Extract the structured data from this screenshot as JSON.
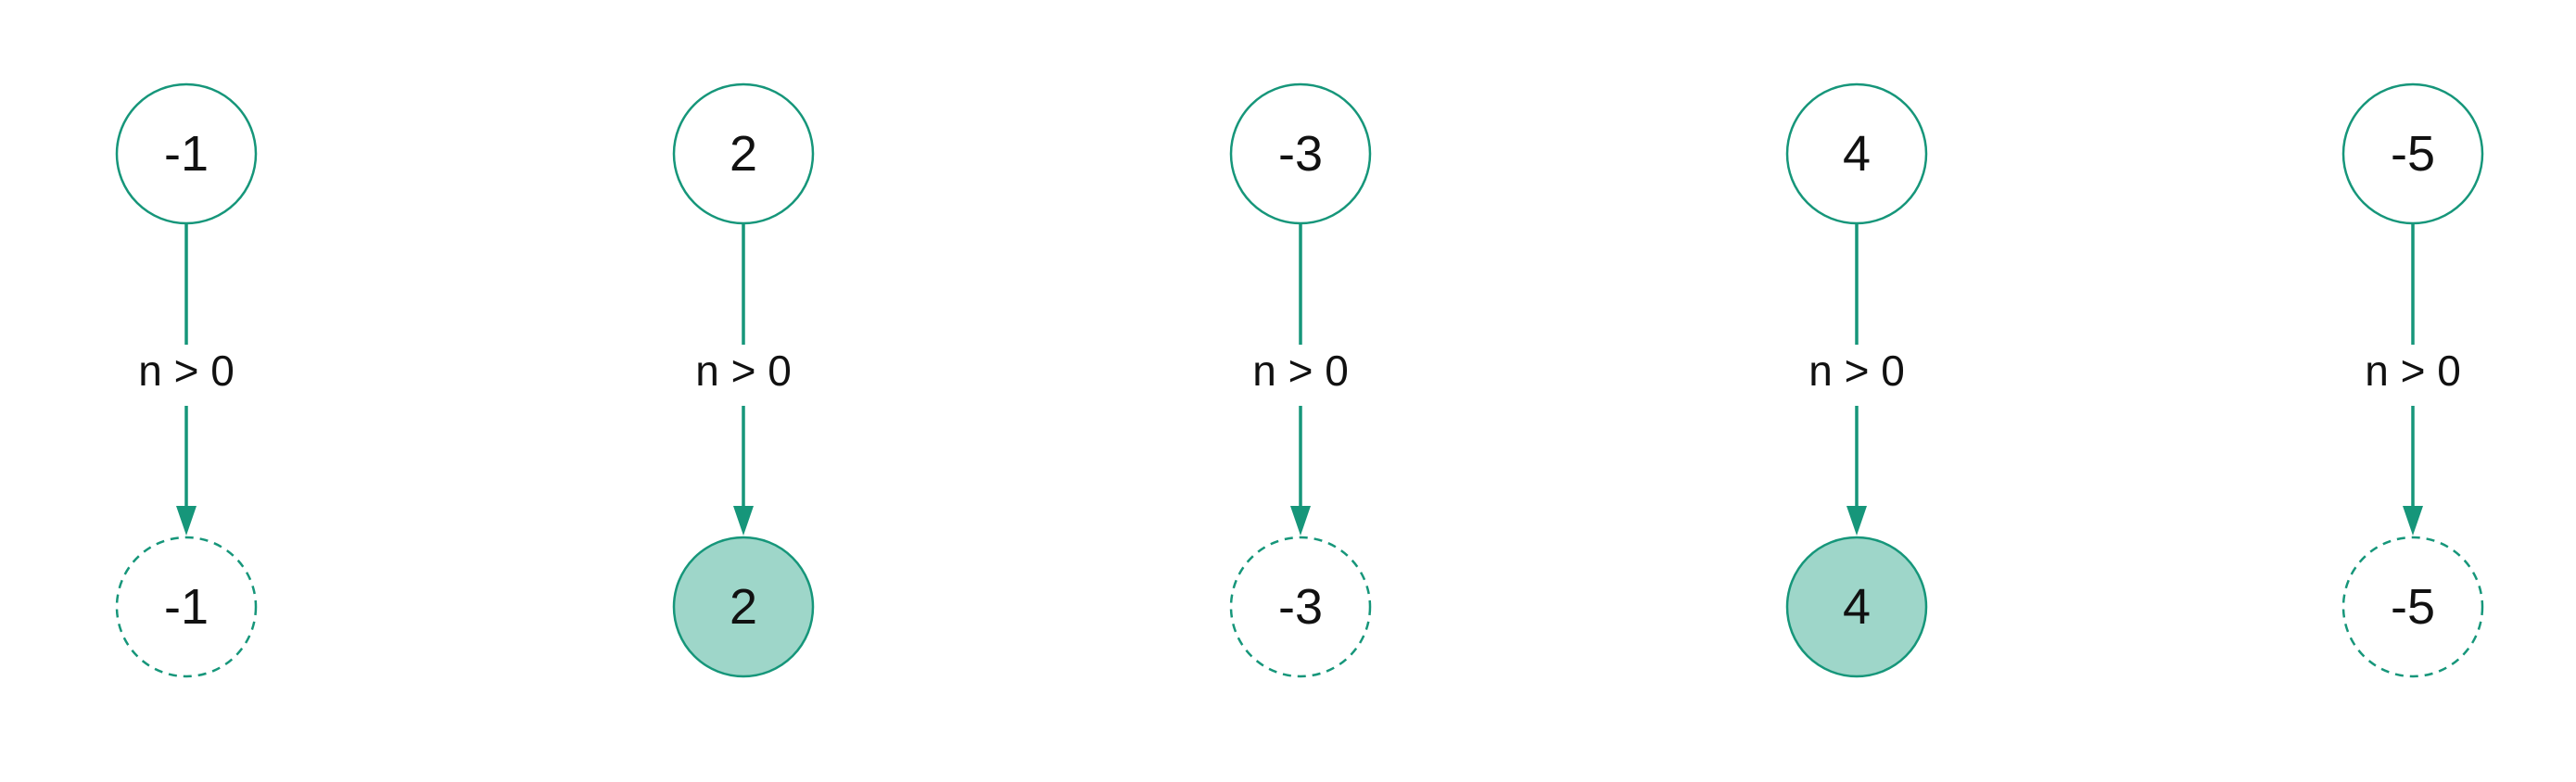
{
  "colors": {
    "stroke": "#16967a",
    "passed_fill": "#9ed6c9",
    "background": "#ffffff",
    "text": "#111111"
  },
  "columns": [
    {
      "input": "-1",
      "condition": "n > 0",
      "output": "-1",
      "passes": false
    },
    {
      "input": "2",
      "condition": "n > 0",
      "output": "2",
      "passes": true
    },
    {
      "input": "-3",
      "condition": "n > 0",
      "output": "-3",
      "passes": false
    },
    {
      "input": "4",
      "condition": "n > 0",
      "output": "4",
      "passes": true
    },
    {
      "input": "-5",
      "condition": "n > 0",
      "output": "-5",
      "passes": false
    }
  ]
}
